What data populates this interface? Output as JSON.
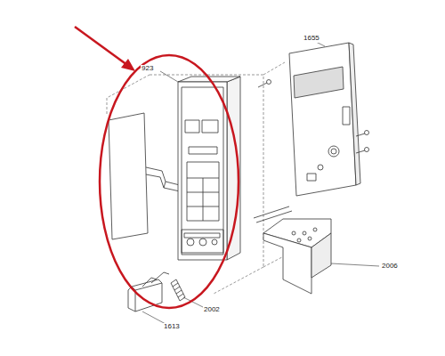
{
  "diagram": {
    "labels": [
      "923",
      "1655",
      "2006",
      "2002",
      "1613"
    ]
  }
}
